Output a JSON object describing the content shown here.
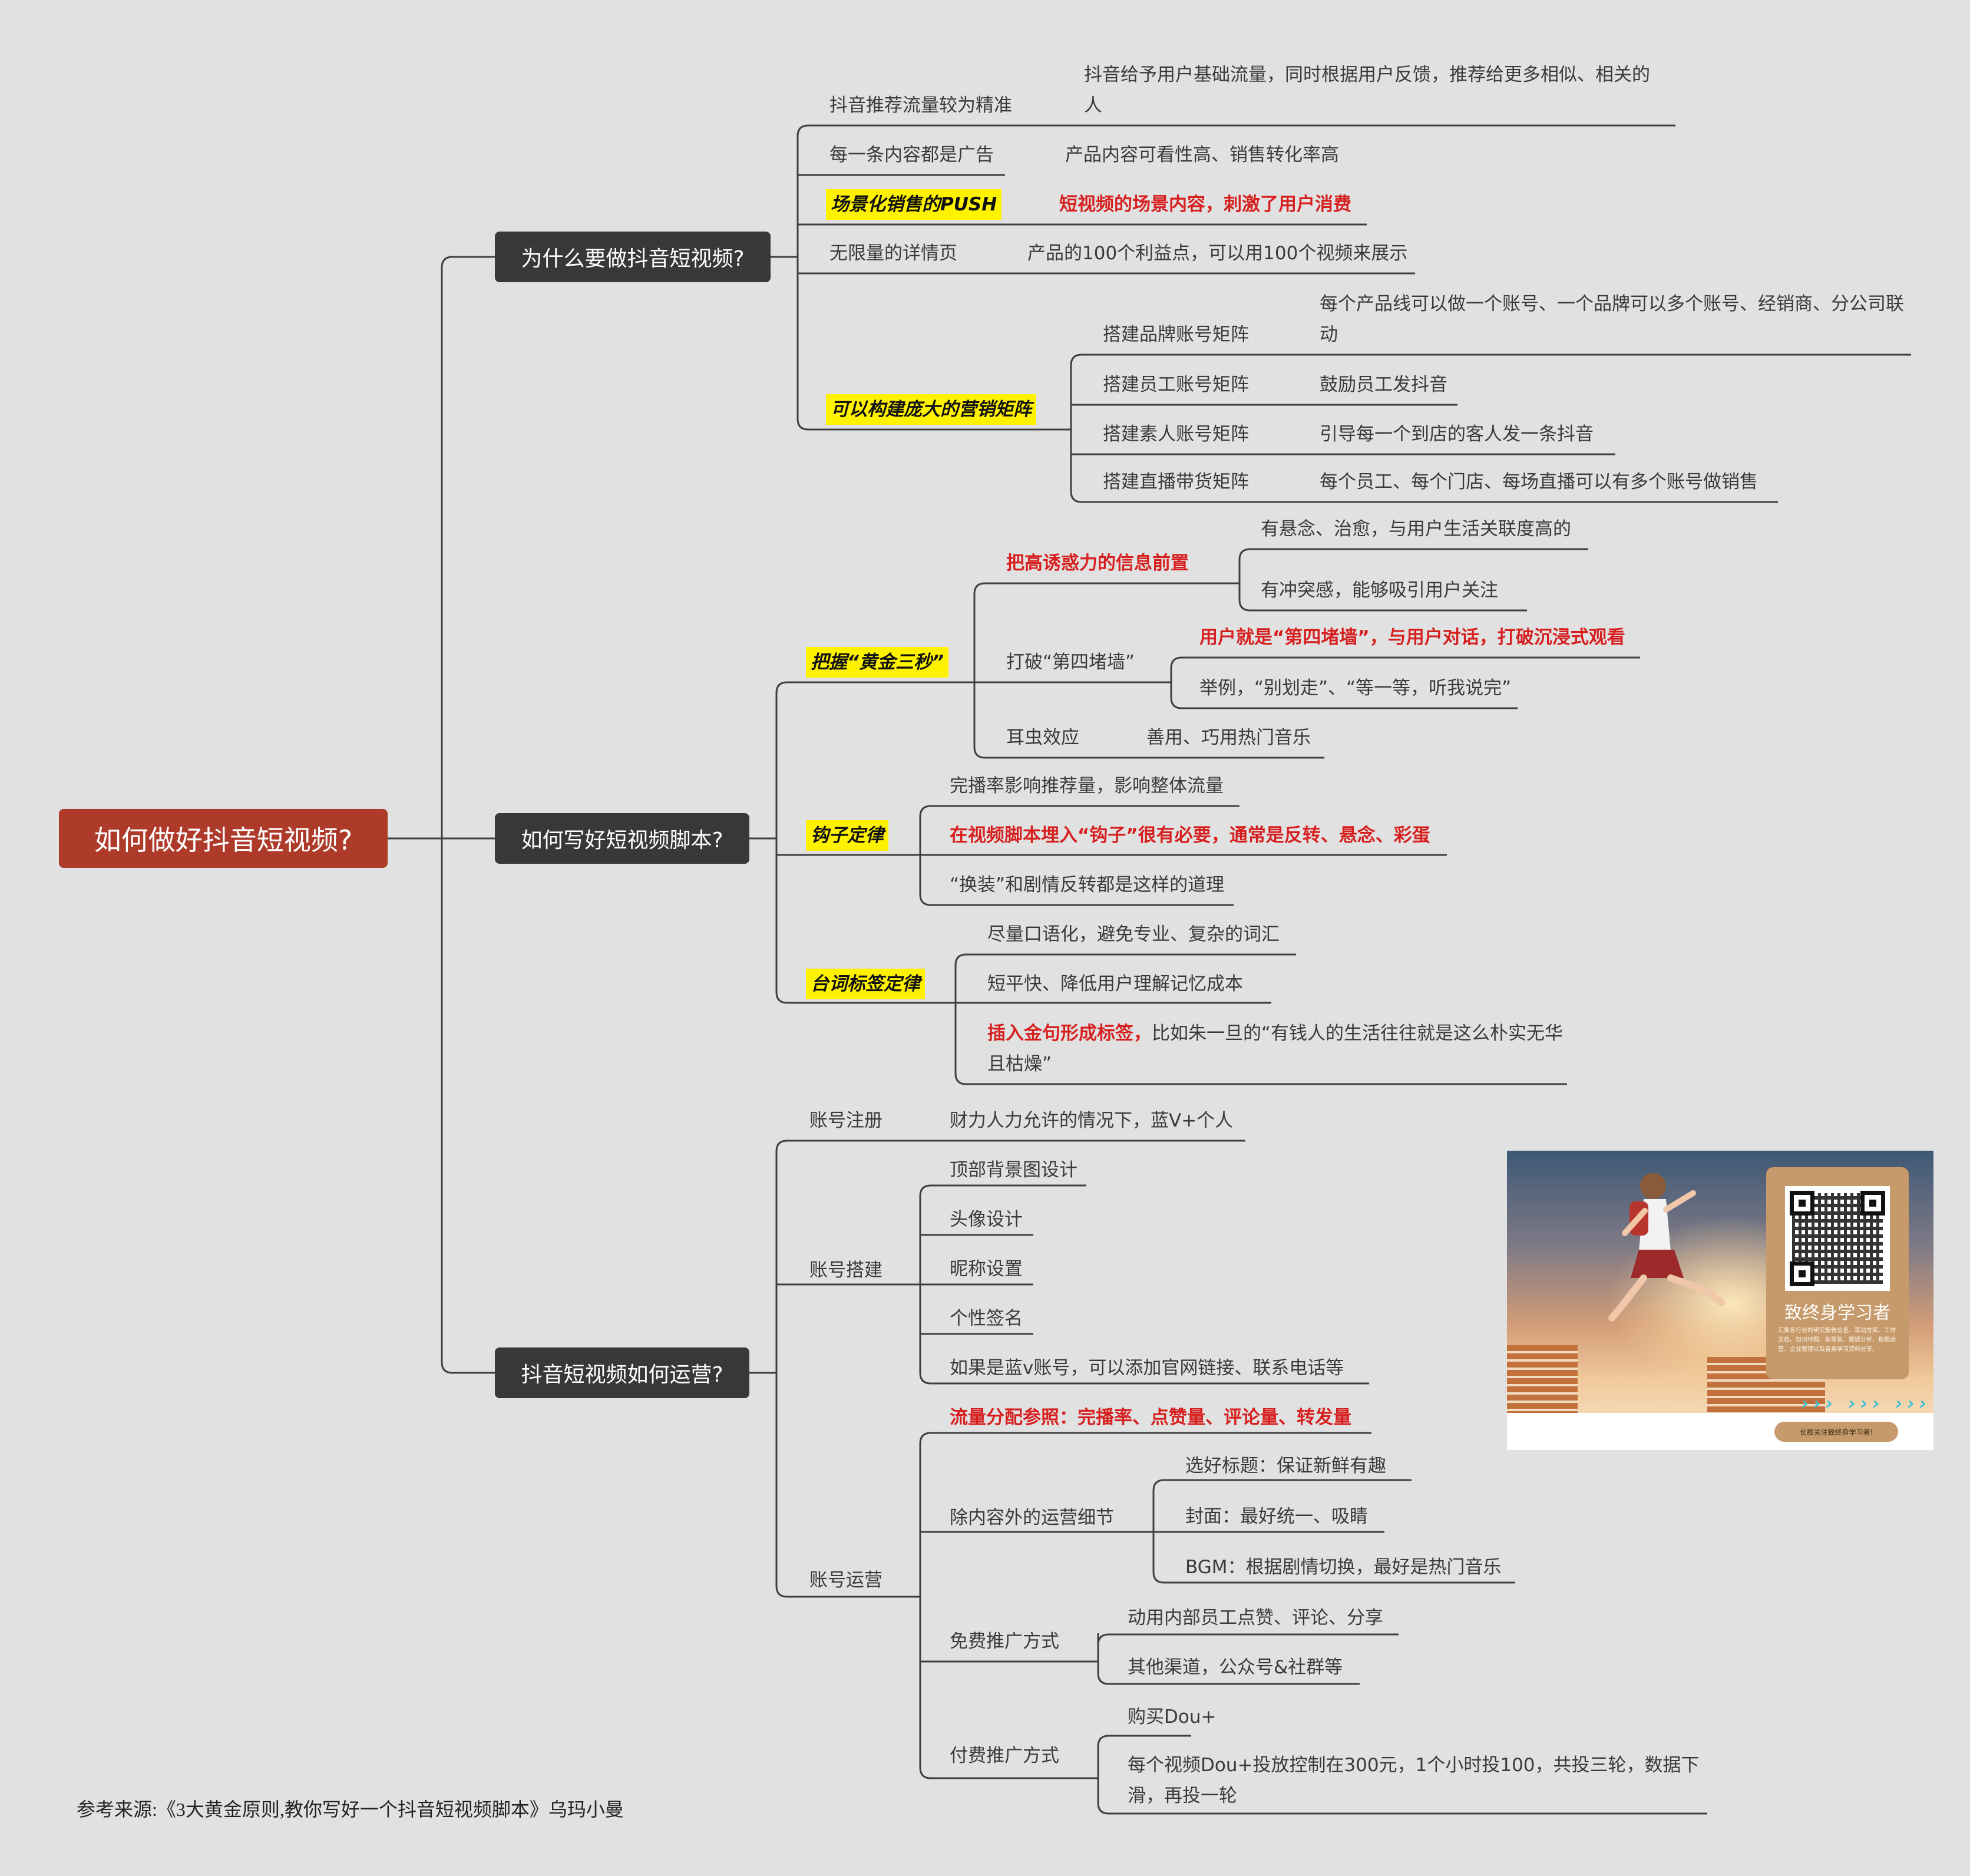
{
  "root": "如何做好抖音短视频?",
  "sections": {
    "why": {
      "title": "为什么要做抖音短视频?",
      "items": [
        {
          "label": "抖音推荐流量较为精准",
          "detail": "抖音给予用户基础流量，同时根据用户反馈，推荐给更多相似、相关的人"
        },
        {
          "label": "每一条内容都是广告",
          "detail": "产品内容可看性高、销售转化率高"
        },
        {
          "label": "场景化销售的PUSH",
          "detail": "短视频的场景内容，刺激了用户消费"
        },
        {
          "label": "无限量的详情页",
          "detail": "产品的100个利益点，可以用100个视频来展示"
        },
        {
          "label": "可以构建庞大的营销矩阵",
          "children": [
            {
              "label": "搭建品牌账号矩阵",
              "detail": "每个产品线可以做一个账号、一个品牌可以多个账号、经销商、分公司联动"
            },
            {
              "label": "搭建员工账号矩阵",
              "detail": "鼓励员工发抖音"
            },
            {
              "label": "搭建素人账号矩阵",
              "detail": "引导每一个到店的客人发一条抖音"
            },
            {
              "label": "搭建直播带货矩阵",
              "detail": "每个员工、每个门店、每场直播可以有多个账号做销售"
            }
          ]
        }
      ]
    },
    "script": {
      "title": "如何写好短视频脚本?",
      "golden": {
        "label": "把握“黄金三秒”",
        "front": {
          "label": "把高诱惑力的信息前置",
          "items": [
            "有悬念、治愈，与用户生活关联度高的",
            "有冲突感，能够吸引用户关注"
          ]
        },
        "wall": {
          "label": "打破“第四堵墙”",
          "items": [
            "用户就是“第四堵墙”，与用户对话，打破沉浸式观看",
            "举例，“别划走”、“等一等，听我说完”"
          ]
        },
        "ear": {
          "label": "耳虫效应",
          "detail": "善用、巧用热门音乐"
        }
      },
      "hook": {
        "label": "钩子定律",
        "items": [
          "完播率影响推荐量，影响整体流量",
          "在视频脚本埋入“钩子”很有必要，通常是反转、悬念、彩蛋",
          "“换装”和剧情反转都是这样的道理"
        ]
      },
      "tag": {
        "label": "台词标签定律",
        "items": [
          "尽量口语化，避免专业、复杂的词汇",
          "短平快、降低用户理解记忆成本"
        ],
        "gold_red": "插入金句形成标签，",
        "gold_rest": "比如朱一旦的“有钱人的生活往往就是这么朴实无华且枯燥”"
      }
    },
    "ops": {
      "title": "抖音短视频如何运营?",
      "register": {
        "label": "账号注册",
        "detail": "财力人力允许的情况下，蓝V+个人"
      },
      "build": {
        "label": "账号搭建",
        "items": [
          "顶部背景图设计",
          "头像设计",
          "昵称设置",
          "个性签名",
          "如果是蓝v账号，可以添加官网链接、联系电话等"
        ]
      },
      "operate": {
        "label": "账号运营",
        "flow": "流量分配参照：完播率、点赞量、评论量、转发量",
        "details": {
          "label": "除内容外的运营细节",
          "items": [
            "选好标题：保证新鲜有趣",
            "封面：最好统一、吸睛",
            "BGM：根据剧情切换，最好是热门音乐"
          ]
        },
        "free": {
          "label": "免费推广方式",
          "items": [
            "动用内部员工点赞、评论、分享",
            "其他渠道，公众号&社群等"
          ]
        },
        "paid": {
          "label": "付费推广方式",
          "items": [
            "购买Dou+",
            "每个视频Dou+投放控制在300元，1个小时投100，共投三轮，数据下滑，再投一轮"
          ]
        }
      }
    }
  },
  "footer": "参考来源:《3大黄金原则,教你写好一个抖音短视频脚本》乌玛小曼",
  "promo": {
    "title": "致终身学习者",
    "text": "汇集各行业的研究报告信息、策划方案、工作文档、知识地图、新零售、数据分析、数据运营、企业管理以及各类学习资料分享。",
    "arrows": "››› ››› ›››",
    "button": "长按关注致终身学习者!"
  },
  "colors": {
    "background": "#e1e1e1",
    "root": "#ae3a2a",
    "branch": "#383838",
    "line": "#3f3f3f",
    "highlight": "#fff200",
    "emphasis": "#d71f1f"
  }
}
